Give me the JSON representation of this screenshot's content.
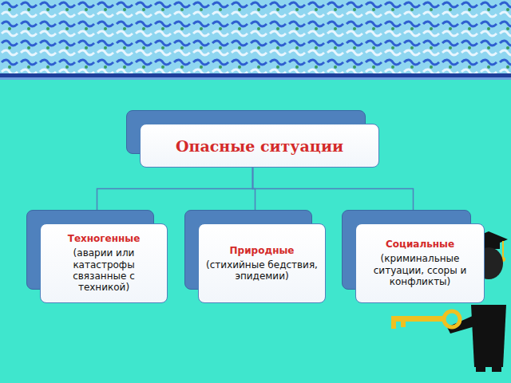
{
  "diagram": {
    "nodes": [
      {
        "text": [
          "Опасные ситуации"
        ]
      },
      {
        "text": [
          "Техногенные",
          "(аварии или катастрофы связанные с техникой)"
        ]
      },
      {
        "text": [
          "Природные",
          "(стихийные бедствия, эпидемии)"
        ]
      },
      {
        "text": [
          "Социальные",
          "(криминальные ситуации, ссоры и конфликты)"
        ]
      }
    ],
    "edges": [
      {
        "from": 0,
        "to": 1,
        "arrow": "none"
      },
      {
        "from": 0,
        "to": 2,
        "arrow": "none"
      },
      {
        "from": 0,
        "to": 3,
        "arrow": "none"
      }
    ]
  }
}
